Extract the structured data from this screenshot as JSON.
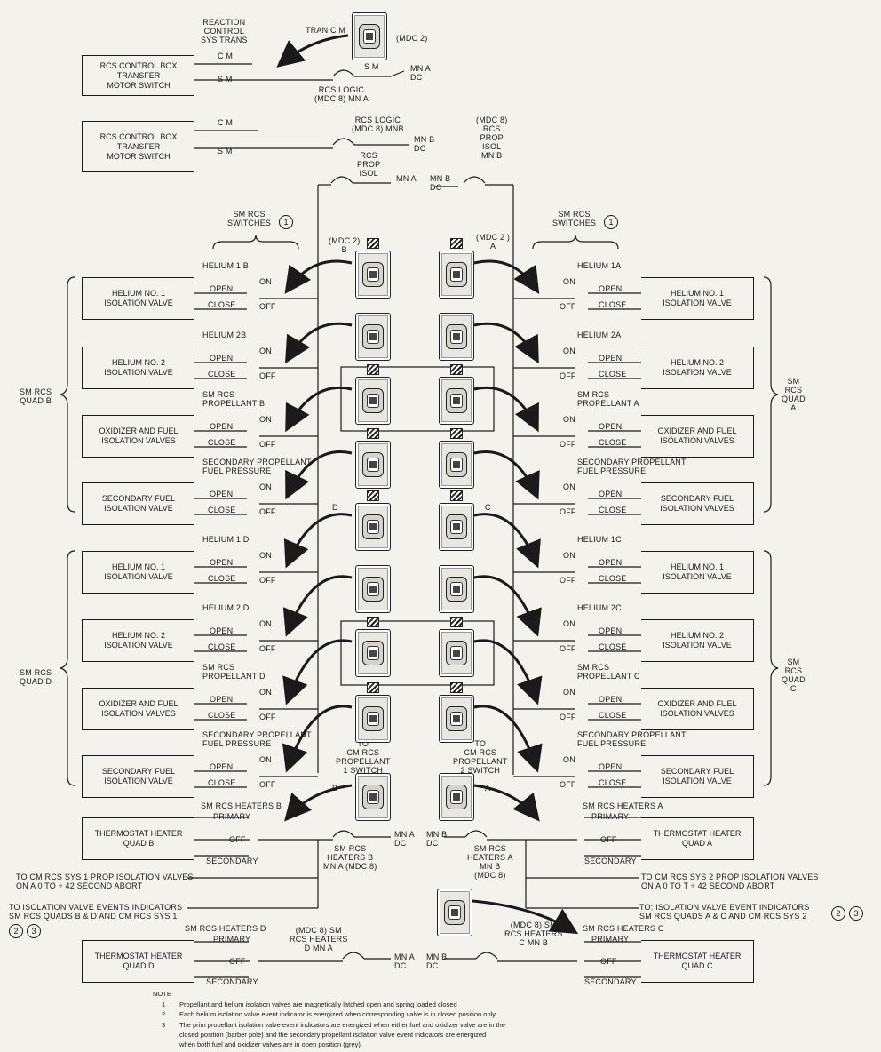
{
  "top": {
    "reaction_control": "REACTION\nCONTROL\nSYS TRANS",
    "tran_cm": "TRAN C M",
    "mdc2_top": "(MDC 2)",
    "cm1": "C M",
    "sm1": "S M",
    "box1": "RCS CONTROL BOX\nTRANSFER\nMOTOR SWITCH",
    "sm_switch": "S M",
    "mn_a_dc": "MN A\nDC",
    "rcs_logic_a": "RCS LOGIC\n(MDC 8) MN A",
    "cm2": "C M",
    "sm2": "S M",
    "box2": "RCS CONTROL BOX\nTRANSFER\nMOTOR SWITCH",
    "rcs_logic_b": "RCS LOGIC\n(MDC 8) MNB",
    "mn_b_dc": "MN B\nDC",
    "mdc8_isol": "(MDC 8)\nRCS\nPROP\nISOL\nMN B",
    "rcs_prop_isol": "RCS\nPROP\nISOL",
    "mn_a": "MN A",
    "mn_b_dc2": "MN B\nDC"
  },
  "mid": {
    "sm_rcs_switches_l": "SM RCS\nSWITCHES",
    "sm_rcs_switches_r": "SM RCS\nSWITCHES",
    "mdc2_b": "(MDC 2)\nB",
    "mdc2_a": "(MDC 2 )\nA",
    "d": "D",
    "c": "C",
    "b": "B",
    "a": "A",
    "to_cm1": "TO\nCM RCS\nPROPELLANT\n1 SWITCH",
    "to_cm2": "TO\nCM RCS\nPROPELLANT\n2 SWITCH",
    "quad_b": "SM RCS\nQUAD B",
    "quad_d": "SM RCS\nQUAD D",
    "quad_a": "SM\nRCS\nQUAD\nA",
    "quad_c": "SM\nRCS\nQUAD\nC"
  },
  "left_rows": [
    {
      "title": "HELIUM 1 B",
      "box": "HELIUM NO. 1\nISOLATION VALVE",
      "up": "OPEN",
      "dn": "CLOSE",
      "on": "ON",
      "off": "OFF"
    },
    {
      "title": "HELIUM 2B",
      "box": "HELIUM NO. 2\nISOLATION VALVE",
      "up": "OPEN",
      "dn": "CLOSE",
      "on": "ON",
      "off": "OFF"
    },
    {
      "title": "SM RCS\nPROPELLANT B",
      "box": "OXIDIZER AND FUEL\nISOLATION VALVES",
      "up": "OPEN",
      "dn": "CLOSE",
      "on": "ON",
      "off": "OFF"
    },
    {
      "title": "SECONDARY PROPELLANT\nFUEL PRESSURE",
      "box": "SECONDARY FUEL\nISOLATION VALVE",
      "up": "OPEN",
      "dn": "CLOSE",
      "on": "ON",
      "off": "OFF"
    },
    {
      "title": "HELIUM 1 D",
      "box": "HELIUM NO. 1\nISOLATION VALVE",
      "up": "OPEN",
      "dn": "CLOSE",
      "on": "ON",
      "off": "OFF"
    },
    {
      "title": "HELIUM 2 D",
      "box": "HELIUM NO. 2\nISOLATION VALVE",
      "up": "OPEN",
      "dn": "CLOSE",
      "on": "ON",
      "off": "OFF"
    },
    {
      "title": "SM RCS\nPROPELLANT D",
      "box": "OXIDIZER AND FUEL\nISOLATION VALVES",
      "up": "OPEN",
      "dn": "CLOSE",
      "on": "ON",
      "off": "OFF"
    },
    {
      "title": "SECONDARY PROPELLANT\nFUEL PRESSURE",
      "box": "SECONDARY FUEL\nISOLATION VALVE",
      "up": "OPEN",
      "dn": "CLOSE",
      "on": "ON",
      "off": "OFF"
    }
  ],
  "right_rows": [
    {
      "title": "HELIUM 1A",
      "box": "HELIUM NO. 1\nISOLATION VALVE",
      "up": "OPEN",
      "dn": "CLOSE",
      "on": "ON",
      "off": "OFF"
    },
    {
      "title": "HELIUM 2A",
      "box": "HELIUM NO. 2\nISOLATION VALVE",
      "up": "OPEN",
      "dn": "CLOSE",
      "on": "ON",
      "off": "OFF"
    },
    {
      "title": "SM RCS\nPROPELLANT A",
      "box": "OXIDIZER AND FUEL\nISOLATION VALVES",
      "up": "OPEN",
      "dn": "CLOSE",
      "on": "ON",
      "off": "OFF"
    },
    {
      "title": "SECONDARY PROPELLANT\nFUEL PRESSURE",
      "box": "SECONDARY FUEL\nISOLATION VALVES",
      "up": "OPEN",
      "dn": "CLOSE",
      "on": "ON",
      "off": "OFF"
    },
    {
      "title": "HELIUM 1C",
      "box": "HELIUM NO. 1\nISOLATION VALVE",
      "up": "OPEN",
      "dn": "CLOSE",
      "on": "ON",
      "off": "OFF"
    },
    {
      "title": "HELIUM 2C",
      "box": "HELIUM NO. 2\nISOLATION VALVE",
      "up": "OPEN",
      "dn": "CLOSE",
      "on": "ON",
      "off": "OFF"
    },
    {
      "title": "SM RCS\nPROPELLANT C",
      "box": "OXIDIZER AND FUEL\nISOLATION VALVES",
      "up": "OPEN",
      "dn": "CLOSE",
      "on": "ON",
      "off": "OFF"
    },
    {
      "title": "SECONDARY PROPELLANT\nFUEL PRESSURE",
      "box": "SECONDARY FUEL\nISOLATION VALVE",
      "up": "OPEN",
      "dn": "CLOSE",
      "on": "ON",
      "off": "OFF"
    }
  ],
  "heaters": {
    "l1_title": "SM RCS HEATERS B",
    "l1_primary": "PRIMARY",
    "l1_off": "OFF",
    "l1_secondary": "SECONDARY",
    "l1_box": "THERMOSTAT HEATER\nQUAD B",
    "l1_cb": "SM RCS\nHEATERS B\nMN A (MDC 8)",
    "l1_mn": "MN A\nDC",
    "r1_title": "SM RCS HEATERS A",
    "r1_primary": "PRIMARY",
    "r1_off": "OFF",
    "r1_secondary": "SECONDARY",
    "r1_box": "THERMOSTAT HEATER\nQUAD A",
    "r1_cb": "SM RCS\nHEATERS A\nMN B\n(MDC 8)",
    "r1_mn": "MN B\nDC",
    "to_sys1": "TO CM RCS SYS 1 PROP ISOLATION VALVES\nON A 0 TO ÷ 42 SECOND ABORT",
    "to_sys2": "TO CM RCS SYS 2 PROP ISOLATION VALVES\nON A 0 TO T ÷ 42 SECOND ABORT",
    "to_ind_l": "TO  ISOLATION VALVE  EVENTS INDICATORS\nSM RCS QUADS  B & D  AND CM RCS  SYS 1",
    "to_ind_r": "TO: ISOLATION VALVE  EVENT INDICATORS\nSM RCS QUADS  A & C AND CM RCS  SYS 2",
    "l2_title": "SM RCS HEATERS D",
    "l2_primary": "PRIMARY",
    "l2_off": "OFF",
    "l2_secondary": "SECONDARY",
    "l2_box": "THERMOSTAT HEATER\nQUAD D",
    "l2_cb": "(MDC 8) SM\nRCS HEATERS\nD MN A",
    "l2_mn": "MN A\nDC",
    "r2_title": "SM RCS HEATERS C",
    "r2_primary": "PRIMARY",
    "r2_off": "OFF",
    "r2_secondary": "SECONDARY",
    "r2_box": "THERMOSTAT HEATER\nQUAD C",
    "r2_cb": "(MDC 8) SM\nRCS HEATERS\nC MN B",
    "r2_mn": "MN B\nDC"
  },
  "notes": {
    "head": "NOTE",
    "n1": "Propellant and helium isolation valves are magnetically latched open and spring loaded closed",
    "n2": "Each helium isolation valve event indicator is energized when corresponding valve is in closed position only",
    "n3a": "The prim propellant isolation valve event indicators are energized when either fuel and oxidizer valve are in the",
    "n3b": "closed position (barber pole) and the secondary propellant isolation valve event indicators are energized",
    "n3c": "when both fuel and oxidizer valves are in open position (grey)."
  },
  "circles": {
    "one": "1",
    "two": "2",
    "three": "3"
  }
}
